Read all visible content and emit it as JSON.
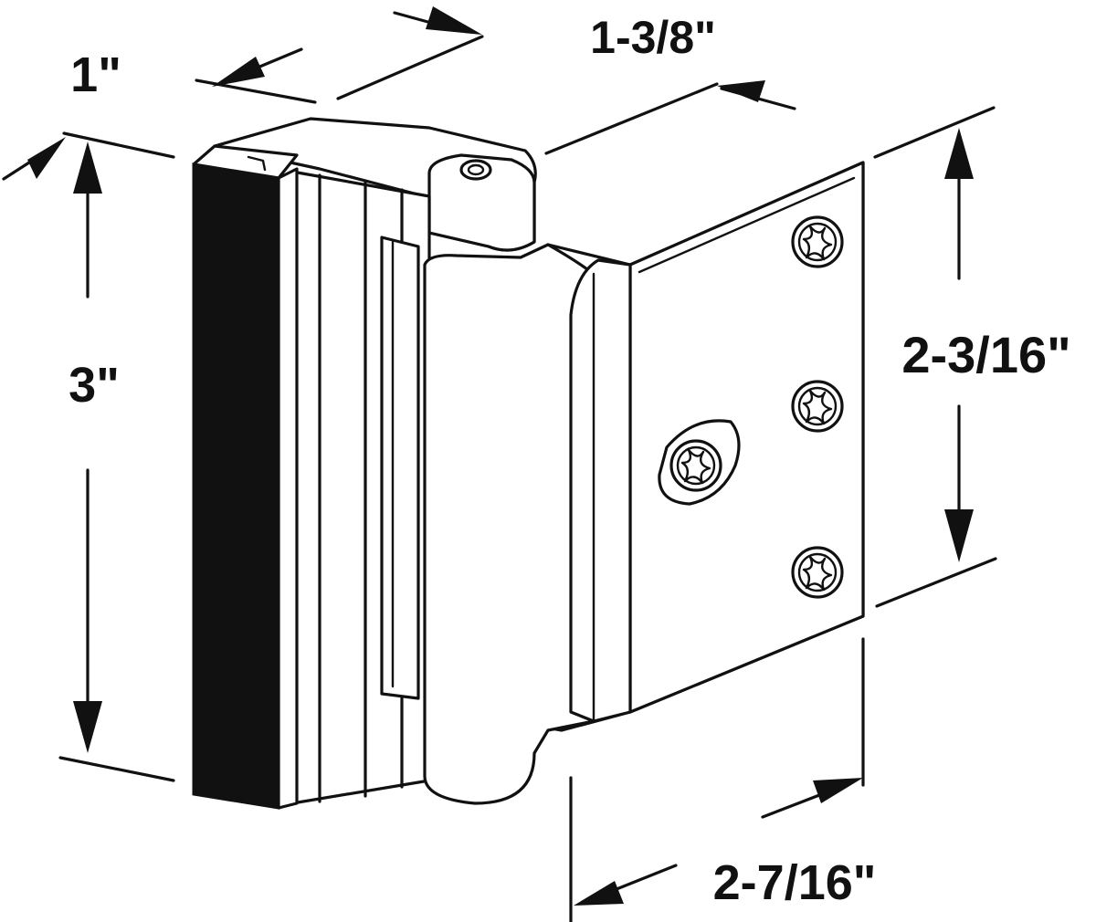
{
  "diagram": {
    "dimensions": {
      "top_depth": "1-3/8\"",
      "thickness": "1\"",
      "height": "3\"",
      "plate_height": "2-3/16\"",
      "width": "2-7/16\""
    },
    "colors": {
      "line": "#111111",
      "background": "#ffffff",
      "rubber_bumper": "#111111"
    }
  }
}
